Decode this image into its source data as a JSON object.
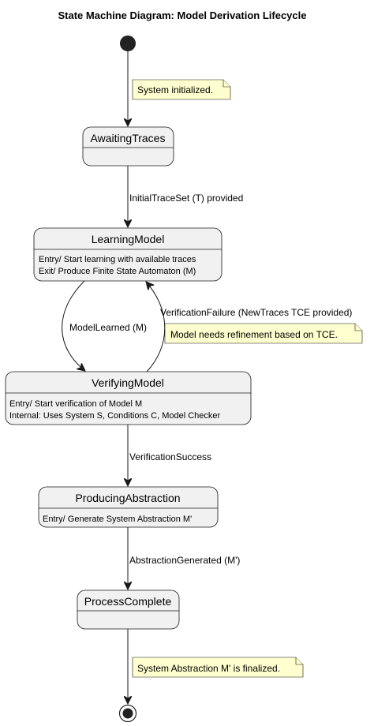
{
  "diagram": {
    "title": "State Machine Diagram: Model Derivation Lifecycle",
    "states": [
      {
        "id": "awaiting-traces",
        "name": "AwaitingTraces",
        "body": []
      },
      {
        "id": "learning-model",
        "name": "LearningModel",
        "body": [
          "Entry/ Start learning with available traces",
          "Exit/ Produce Finite State Automaton (M)"
        ]
      },
      {
        "id": "verifying-model",
        "name": "VerifyingModel",
        "body": [
          "Entry/ Start verification of Model M",
          "Internal: Uses System S, Conditions C, Model Checker"
        ]
      },
      {
        "id": "producing-abstraction",
        "name": "ProducingAbstraction",
        "body": [
          "Entry/ Generate System Abstraction M'"
        ]
      },
      {
        "id": "process-complete",
        "name": "ProcessComplete",
        "body": []
      }
    ],
    "transitions": [
      {
        "from": "start",
        "to": "awaiting-traces",
        "label": ""
      },
      {
        "from": "awaiting-traces",
        "to": "learning-model",
        "label": "InitialTraceSet (T) provided"
      },
      {
        "from": "learning-model",
        "to": "verifying-model",
        "label": "ModelLearned (M)"
      },
      {
        "from": "verifying-model",
        "to": "learning-model",
        "label": "VerificationFailure (NewTraces TCE provided)"
      },
      {
        "from": "verifying-model",
        "to": "producing-abstraction",
        "label": "VerificationSuccess"
      },
      {
        "from": "producing-abstraction",
        "to": "process-complete",
        "label": "AbstractionGenerated (M')"
      },
      {
        "from": "process-complete",
        "to": "end",
        "label": ""
      }
    ],
    "notes": [
      {
        "id": "note-system-initialized",
        "text": "System initialized."
      },
      {
        "id": "note-refinement",
        "text": "Model needs refinement based on TCE."
      },
      {
        "id": "note-finalized",
        "text": "System Abstraction M' is finalized."
      }
    ]
  }
}
